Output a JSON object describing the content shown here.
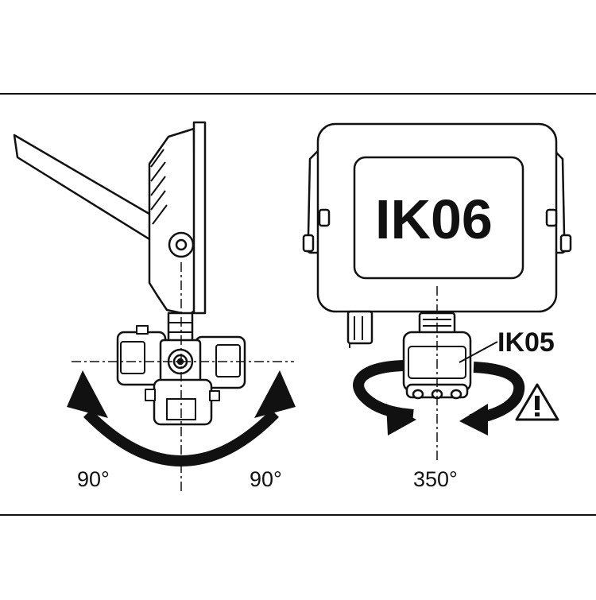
{
  "labels": {
    "front_rating": "IK06",
    "sensor_rating": "IK05",
    "tilt_left": "90°",
    "tilt_right": "90°",
    "rotation": "350°"
  },
  "colors": {
    "ink": "#111111",
    "fill_light": "#ffffff",
    "fill_gray": "#f2f2f2"
  },
  "icons": {
    "warning": "warning-triangle-icon"
  }
}
